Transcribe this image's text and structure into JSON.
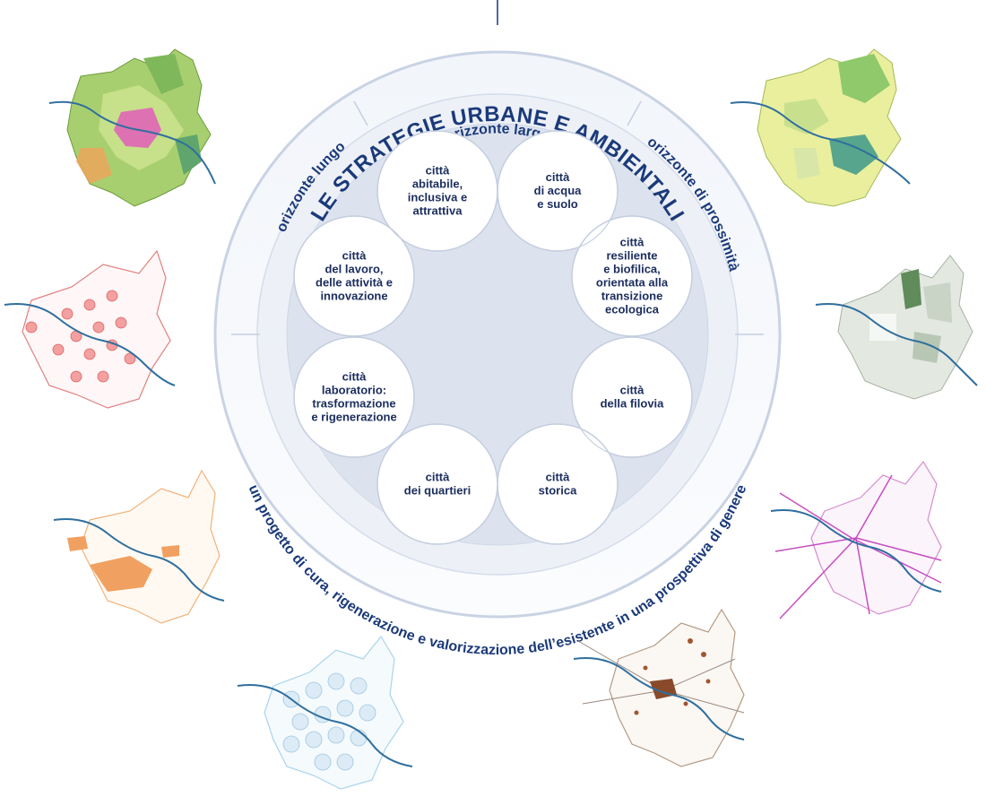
{
  "title": "LE STRATEGIE URBANE E AMBIENTALI",
  "horizons": {
    "largo": "orizzonte largo",
    "lungo": "orizzonte lungo",
    "prossimita": "orizzonte di prossimità"
  },
  "bottom_text": "un progetto di cura, rigenerazione e valorizzazione dell’esistente in una prospettiva di genere",
  "strategies": [
    {
      "lines": [
        "città",
        "abitabile,",
        "inclusiva e",
        "attrattiva"
      ]
    },
    {
      "lines": [
        "città",
        "di acqua",
        "e suolo"
      ]
    },
    {
      "lines": [
        "città",
        "resiliente",
        "e biofilica,",
        "orientata alla",
        "transizione",
        "ecologica"
      ]
    },
    {
      "lines": [
        "città",
        "della filovia"
      ]
    },
    {
      "lines": [
        "città",
        "storica"
      ]
    },
    {
      "lines": [
        "città",
        "dei quartieri"
      ]
    },
    {
      "lines": [
        "città",
        "laboratorio:",
        "trasformazione",
        "e rigenerazione"
      ]
    },
    {
      "lines": [
        "città",
        "del lavoro,",
        "delle attività e",
        "innovazione"
      ]
    }
  ],
  "colors": {
    "navy": "#1b3a7a",
    "ring_outer": "#f7f9fc",
    "ring_inner": "#e7ebf3",
    "core": "#d9dfec",
    "river": "#2f6f9e"
  },
  "maps": [
    {
      "name": "land-use-map",
      "theme": "green-multicolor"
    },
    {
      "name": "water-soil-map",
      "theme": "green-yellow"
    },
    {
      "name": "services-map",
      "theme": "red-dots"
    },
    {
      "name": "ecological-map",
      "theme": "grey-green"
    },
    {
      "name": "regeneration-map",
      "theme": "orange"
    },
    {
      "name": "filovia-map",
      "theme": "magenta"
    },
    {
      "name": "neighbourhoods-map",
      "theme": "light-blue"
    },
    {
      "name": "historic-city-map",
      "theme": "brown"
    }
  ]
}
